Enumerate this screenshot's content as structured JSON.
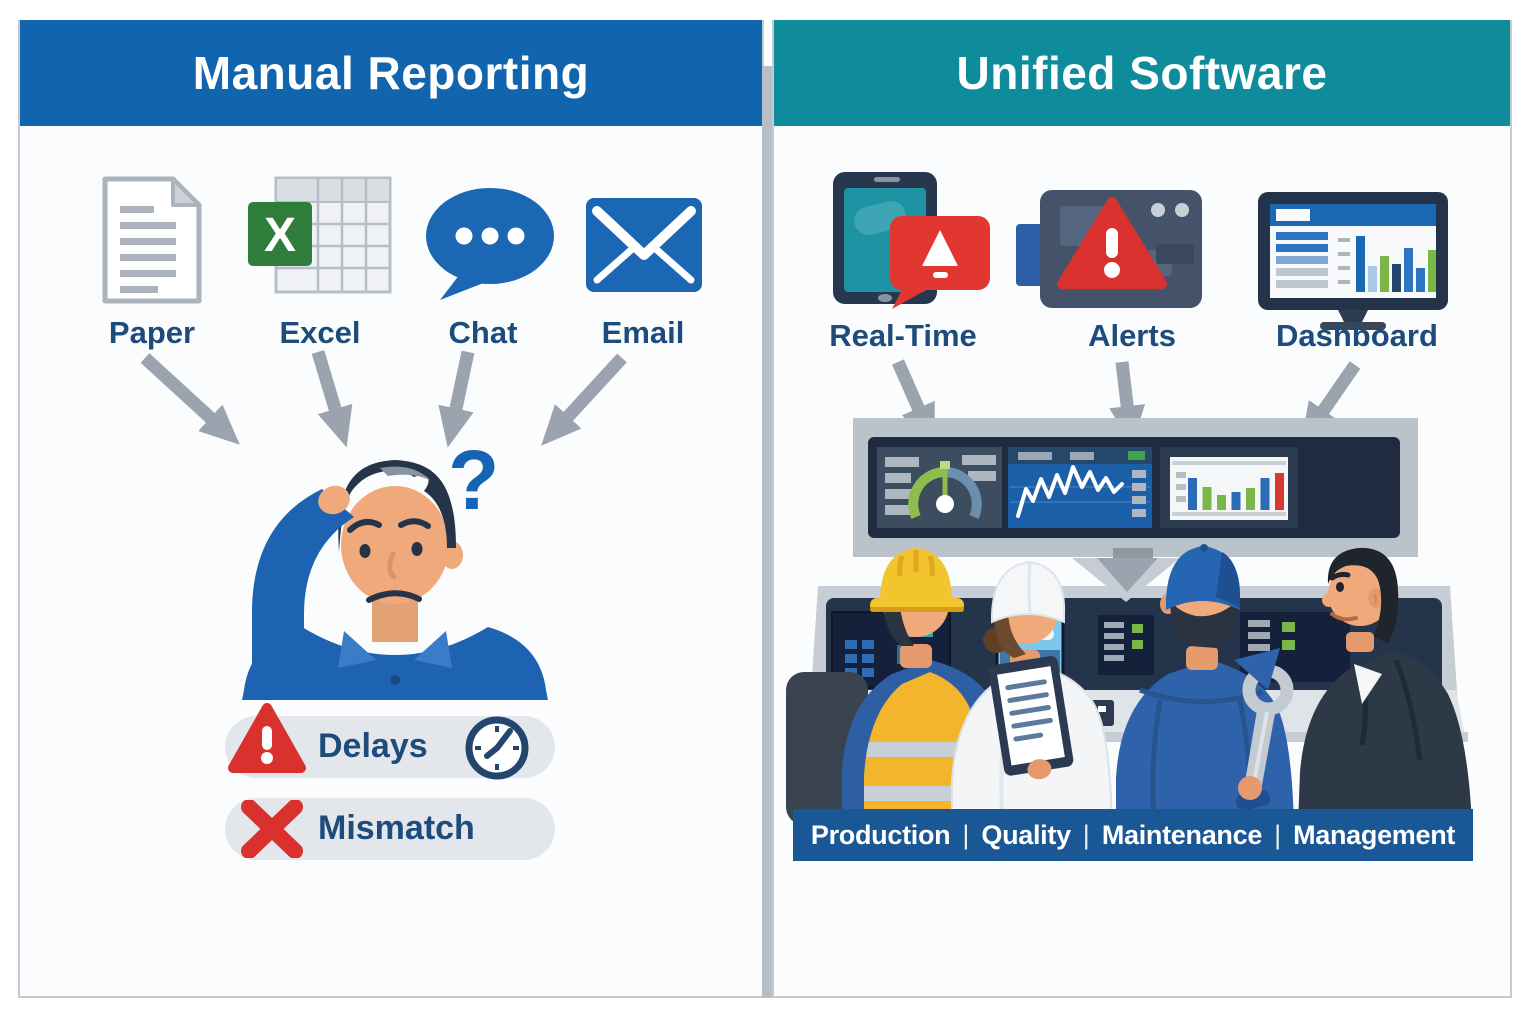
{
  "left": {
    "title": "Manual Reporting",
    "sources": [
      {
        "label": "Paper"
      },
      {
        "label": "Excel",
        "badge": "X"
      },
      {
        "label": "Chat"
      },
      {
        "label": "Email"
      }
    ],
    "question_mark": "?",
    "issues": [
      {
        "label": "Delays"
      },
      {
        "label": "Mismatch"
      }
    ]
  },
  "right": {
    "title": "Unified Software",
    "features": [
      {
        "label": "Real-Time"
      },
      {
        "label": "Alerts"
      },
      {
        "label": "Dashboard"
      }
    ],
    "role_separator": "|",
    "roles": [
      "Production",
      "Quality",
      "Maintenance",
      "Management"
    ]
  },
  "colors": {
    "left_header_blue": "#1164AE",
    "right_header_teal": "#0E8C9C",
    "label_navy": "#1D4C7C",
    "alert_red": "#D8312E",
    "arrow_gray": "#9AA3AE",
    "pill_gray": "#E3E6EA",
    "role_bar_blue": "#1A5795",
    "excel_green": "#2F7D3B",
    "icon_blue": "#1B67B4"
  }
}
